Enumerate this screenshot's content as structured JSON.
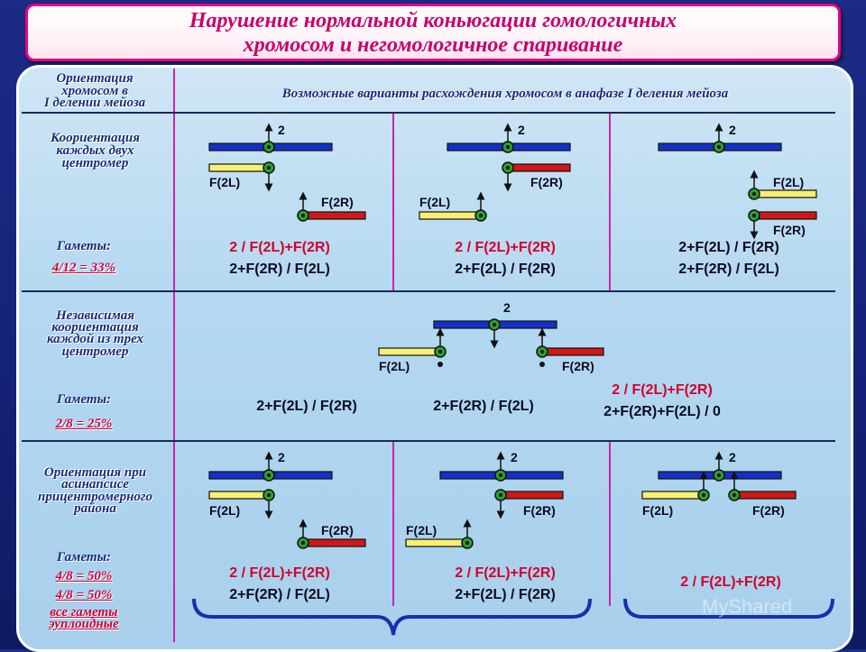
{
  "title": {
    "line1": "Нарушение нормальной коньюгации гомологичных",
    "line2": "хромосом и негомологичное спаривание"
  },
  "header": {
    "left_line1": "Ориентация",
    "left_line2": "хромосом в",
    "left_line3": "I делении мейоза",
    "right": "Возможные варианты расхождения хромосом в анафазе I деления мейоза"
  },
  "rows": [
    {
      "label_lines": [
        "Коориентация",
        "каждых двух",
        "центромер"
      ],
      "gametes_label": "Гаметы:",
      "gametes_pct": [
        "4/12 = 33%"
      ],
      "variants": [
        {
          "red": "2 / F(2L)+F(2R)",
          "black": "2+F(2R) / F(2L)"
        },
        {
          "red": "2 / F(2L)+F(2R)",
          "black": "2+F(2L) / F(2R)"
        },
        {
          "black1": "2+F(2L) / F(2R)",
          "black2": "2+F(2R) / F(2L)"
        }
      ]
    },
    {
      "label_lines": [
        "Независимая",
        "коориентация",
        "каждой из трех",
        "центромер"
      ],
      "gametes_label": "Гаметы:",
      "gametes_pct": [
        "2/8 = 25%"
      ],
      "variants": [
        {
          "black": "2+F(2L) / F(2R)"
        },
        {
          "black": "2+F(2R) / F(2L)"
        },
        {
          "red": "2 / F(2L)+F(2R)",
          "black": "2+F(2R)+F(2L) / 0"
        }
      ]
    },
    {
      "label_lines": [
        "Ориентация при",
        "асинапсисе",
        "прицентромерного",
        "района"
      ],
      "gametes_label": "Гаметы:",
      "gametes_pct": [
        "4/8 = 50%",
        "4/8 = 50%"
      ],
      "all_gametes": [
        "все гаметы",
        "эуплоидные"
      ],
      "variants": [
        {
          "red": "2 / F(2L)+F(2R)",
          "black": "2+F(2R) / F(2L)"
        },
        {
          "red": "2 / F(2L)+F(2R)",
          "black": "2+F(2L) / F(2R)"
        },
        {
          "red": "2 / F(2L)+F(2R)"
        }
      ]
    }
  ],
  "chrom_labels": {
    "two": "2",
    "left": "F(2L)",
    "right": "F(2R)"
  },
  "watermark": "MyShared",
  "colors": {
    "title": "#c8006b",
    "accent_border": "#e8007e",
    "blue": "#1530c8",
    "yellow": "#f8f070",
    "red": "#d01818",
    "green": "#2aa02a",
    "divider": "#d020b0",
    "red_text": "#d4002c"
  }
}
